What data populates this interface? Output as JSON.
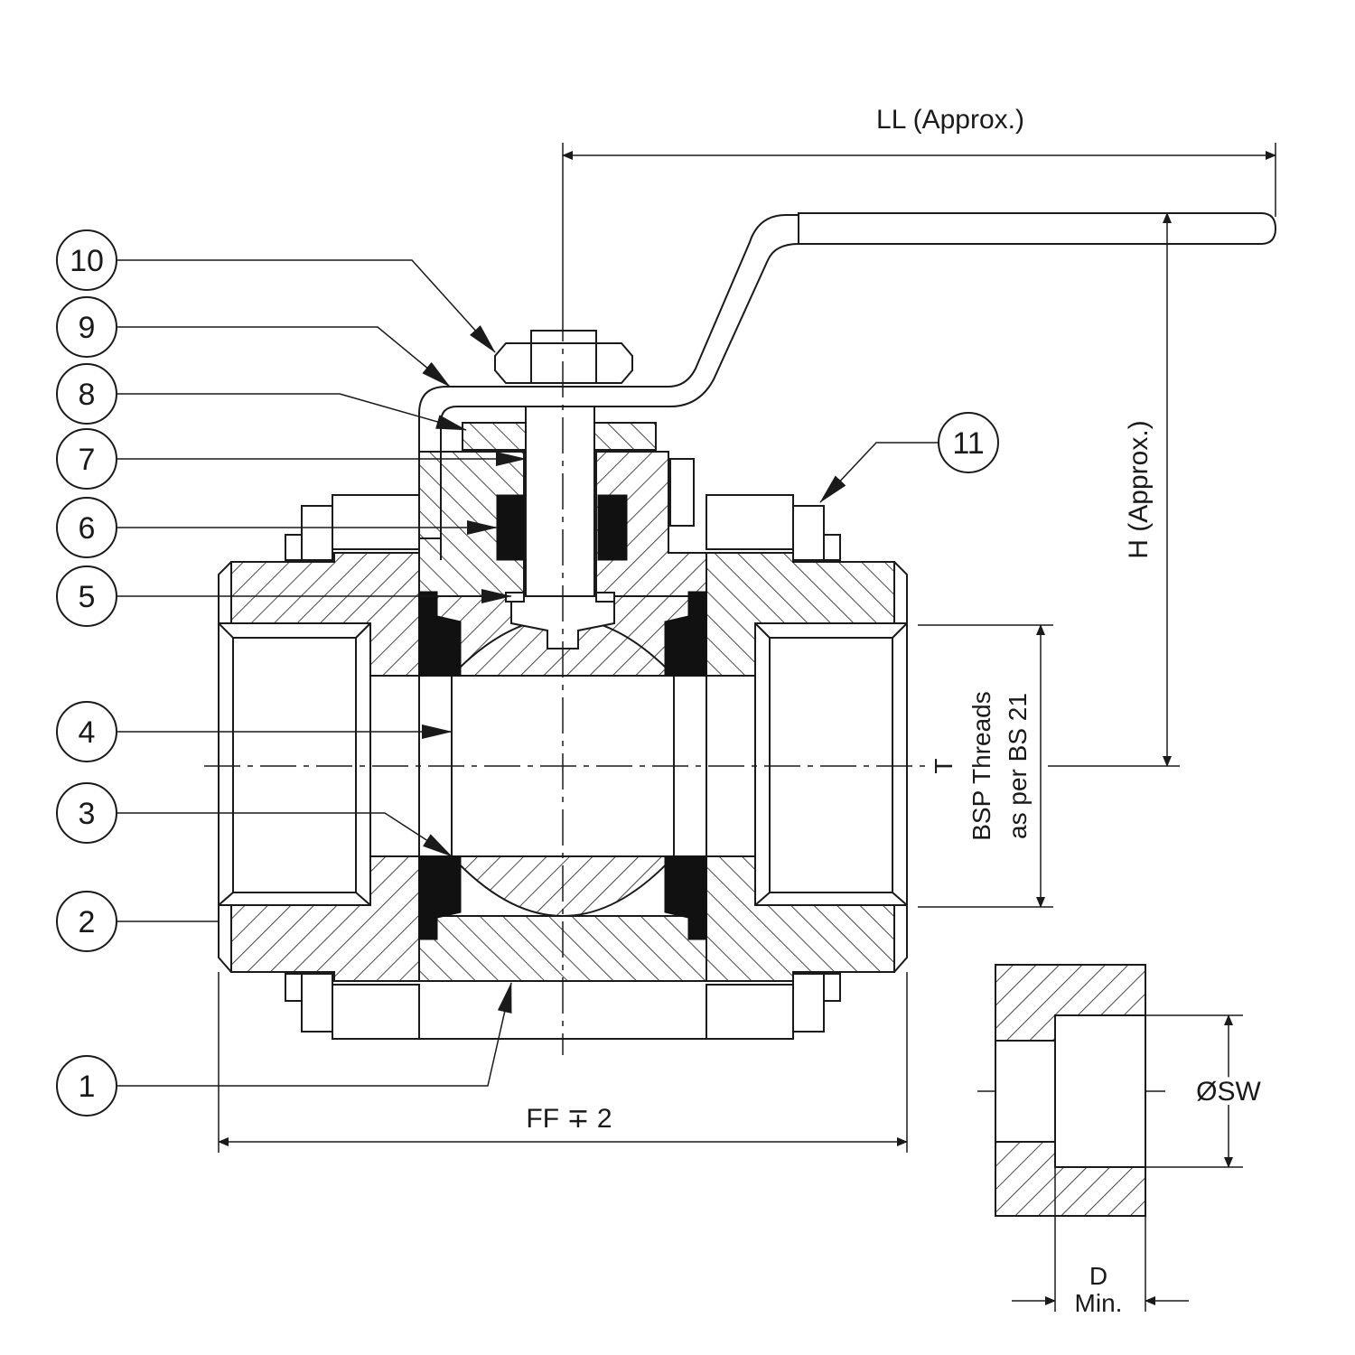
{
  "callouts": [
    {
      "num": "10"
    },
    {
      "num": "9"
    },
    {
      "num": "8"
    },
    {
      "num": "7"
    },
    {
      "num": "6"
    },
    {
      "num": "5"
    },
    {
      "num": "4"
    },
    {
      "num": "3"
    },
    {
      "num": "2"
    },
    {
      "num": "1"
    },
    {
      "num": "11"
    }
  ],
  "dimensions": {
    "ll": "LL (Approx.)",
    "h": "H (Approx.)",
    "ff": "FF ∓ 2",
    "t": "T",
    "bsp_line1": "BSP Threads",
    "bsp_line2": "as per BS 21",
    "sw": "ØSW",
    "d": "D",
    "d_min": "Min."
  }
}
